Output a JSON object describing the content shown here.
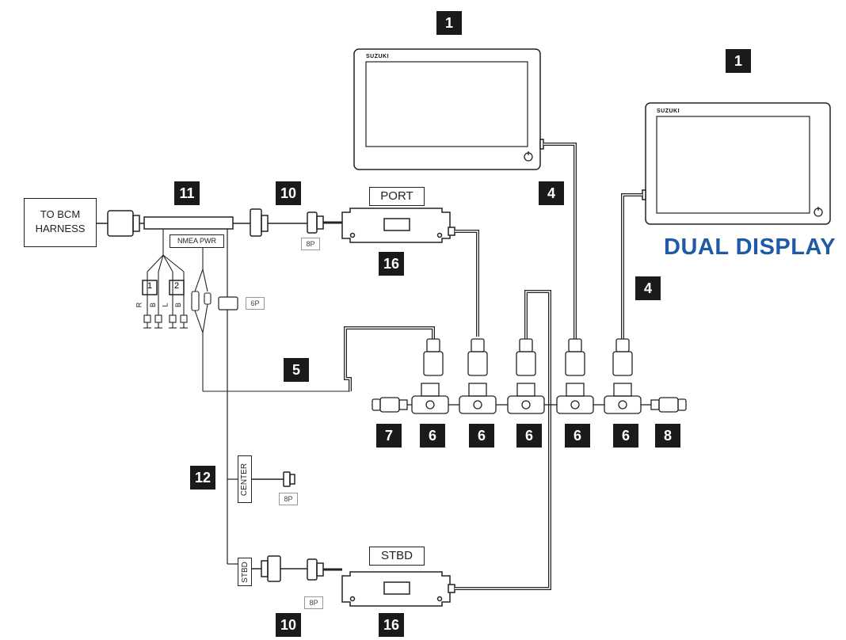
{
  "title": "DUAL DISPLAY",
  "title_color": "#1f5aa6",
  "bcm_box": {
    "line1": "TO BCM",
    "line2": "HARNESS"
  },
  "boxes": {
    "port": "PORT",
    "stbd": "STBD",
    "nmea_pwr": "NMEA PWR",
    "center": "CENTER",
    "stbd_small": "STBD"
  },
  "tags": {
    "p8_top": "8P",
    "p6": "6P",
    "p8_center": "8P",
    "p8_bottom": "8P"
  },
  "display_brand": "SUZUKI",
  "fuse_labels": {
    "f1": "1",
    "f2": "2"
  },
  "wire_labels": [
    "R",
    "B",
    "L",
    "B"
  ],
  "callouts": {
    "display_left": "1",
    "display_right": "1",
    "harness": "11",
    "adapter_top": "10",
    "adapter_bottom": "10",
    "cable_left": "4",
    "cable_right": "4",
    "power_cable": "5",
    "term_female": "7",
    "term_male": "8",
    "tee_1": "6",
    "tee_2": "6",
    "tee_3": "6",
    "tee_4": "6",
    "tee_5": "6",
    "branch": "12",
    "gateway_port": "16",
    "gateway_stbd": "16"
  }
}
